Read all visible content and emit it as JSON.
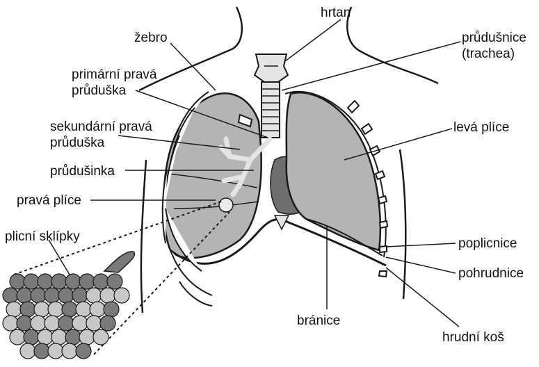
{
  "labels": {
    "hrtan": "hrtan",
    "zebro": "žebro",
    "prudusnice_1": "průdušnice",
    "prudusnice_2": "(trachea)",
    "primarni_1": "primární pravá",
    "primarni_2": "průduška",
    "sekundarni_1": "sekundární pravá",
    "sekundarni_2": "průduška",
    "prudusinka": "průdušinka",
    "leva_plice": "levá plíce",
    "prava_plice": "pravá plíce",
    "plicni_sklipky": "plicní sklípky",
    "poplicnice": "poplicnice",
    "pohrudnice": "pohrudnice",
    "branice": "bránice",
    "hrudni_kos": "hrudní koš"
  },
  "colors": {
    "lung_fill": "#b4b4b4",
    "dark_lung": "#6e6e6e",
    "alveoli_dark": "#7a7a7a",
    "alveoli_light": "#c8c8c8",
    "outline": "#1a1a1a"
  }
}
